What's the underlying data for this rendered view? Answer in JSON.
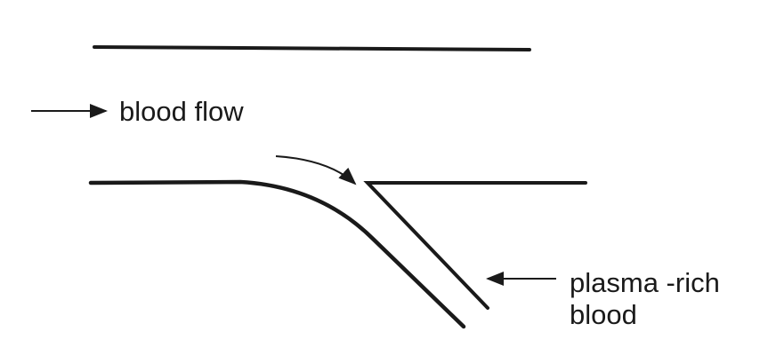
{
  "labels": {
    "blood_flow": "blood flow",
    "plasma_rich_line1": "plasma -rich",
    "plasma_rich_line2": "blood"
  },
  "colors": {
    "ink": "#1a1a1a",
    "background": "#ffffff"
  }
}
